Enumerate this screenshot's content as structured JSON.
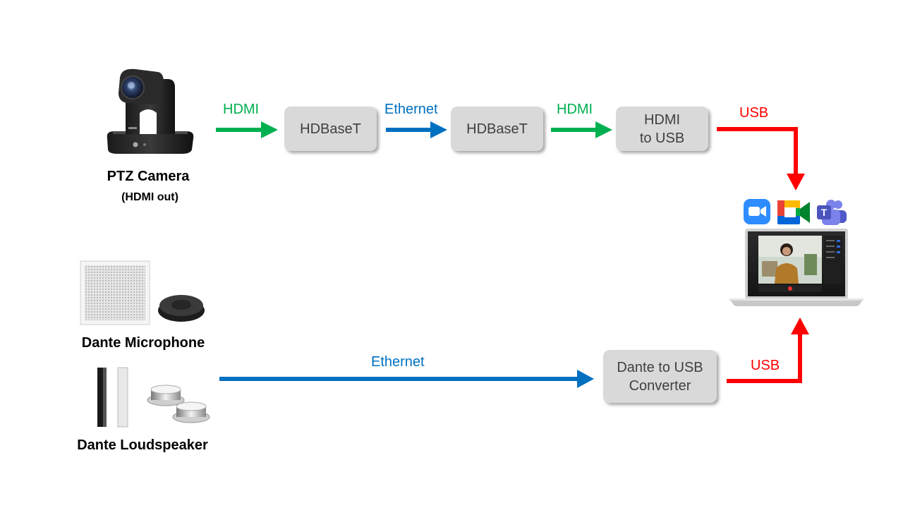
{
  "devices": {
    "camera": {
      "label": "PTZ Camera",
      "sublabel": "(HDMI out)"
    },
    "microphone": {
      "label": "Dante Microphone"
    },
    "loudspeaker": {
      "label": "Dante Loudspeaker"
    }
  },
  "boxes": {
    "hdbaset_1": "HDBaseT",
    "hdbaset_2": "HDBaseT",
    "hdmi_to_usb": "HDMI\nto USB",
    "dante_to_usb": "Dante to USB\nConverter"
  },
  "links": {
    "hdmi_1": "HDMI",
    "ethernet_1": "Ethernet",
    "hdmi_2": "HDMI",
    "usb_top": "USB",
    "ethernet_2": "Ethernet",
    "usb_bottom": "USB"
  },
  "colors": {
    "hdmi": "#00b050",
    "ethernet": "#0070c0",
    "usb": "#ff0000",
    "box": "#d9d9d9"
  },
  "app_icons": [
    "zoom-icon",
    "google-meet-icon",
    "microsoft-teams-icon"
  ]
}
